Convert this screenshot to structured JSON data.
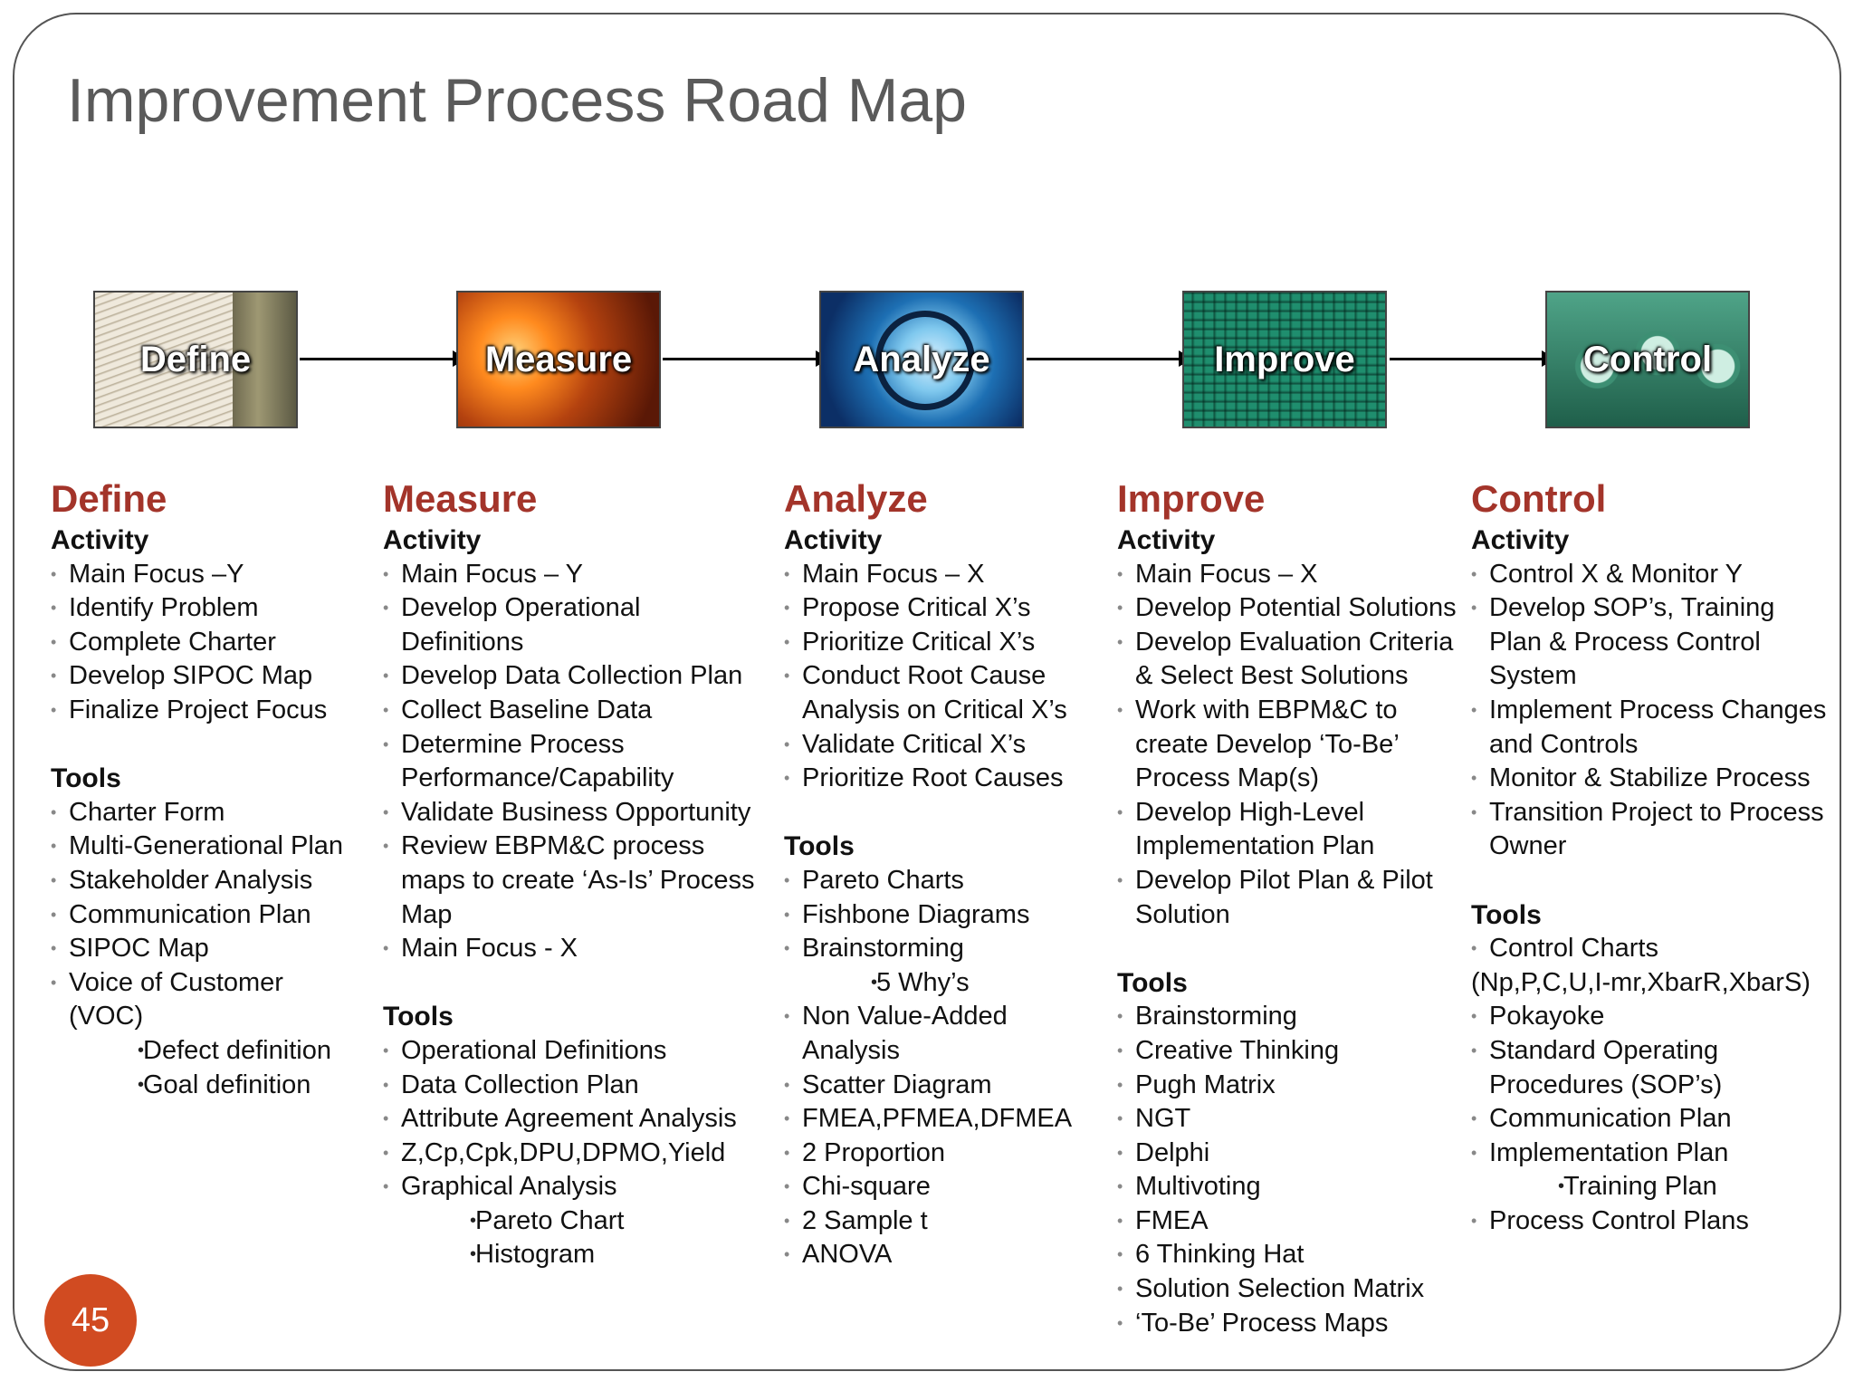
{
  "title": "Improvement Process Road Map",
  "page_number": "45",
  "phases": [
    {
      "label": "Define"
    },
    {
      "label": "Measure"
    },
    {
      "label": "Analyze"
    },
    {
      "label": "Improve"
    },
    {
      "label": "Control"
    }
  ],
  "columns": [
    {
      "heading": "Define",
      "activity_label": "Activity",
      "activities": [
        {
          "text": "Main Focus –Y"
        },
        {
          "text": "Identify Problem"
        },
        {
          "text": "Complete Charter"
        },
        {
          "text": "Develop SIPOC Map"
        },
        {
          "text": "Finalize Project Focus"
        }
      ],
      "tools_label": "Tools",
      "tools": [
        {
          "text": "Charter Form"
        },
        {
          "text": "Multi-Generational Plan"
        },
        {
          "text": "Stakeholder Analysis"
        },
        {
          "text": "Communication Plan"
        },
        {
          "text": "SIPOC Map"
        },
        {
          "text": "Voice of Customer (VOC)"
        },
        {
          "text": "Defect definition",
          "sub": true
        },
        {
          "text": "Goal definition",
          "sub": true
        }
      ]
    },
    {
      "heading": "Measure",
      "activity_label": "Activity",
      "activities": [
        {
          "text": "Main Focus – Y"
        },
        {
          "text": "Develop Operational Definitions"
        },
        {
          "text": "Develop Data Collection Plan"
        },
        {
          "text": "Collect Baseline Data"
        },
        {
          "text": "Determine Process Performance/Capability"
        },
        {
          "text": "Validate Business Opportunity"
        },
        {
          "text": "Review EBPM&C process maps to create ‘As-Is’ Process Map"
        },
        {
          "text": "Main Focus - X"
        }
      ],
      "tools_label": "Tools",
      "tools": [
        {
          "text": "Operational Definitions"
        },
        {
          "text": "Data Collection Plan"
        },
        {
          "text": "Attribute Agreement Analysis"
        },
        {
          "text": "Z,Cp,Cpk,DPU,DPMO,Yield"
        },
        {
          "text": "Graphical Analysis"
        },
        {
          "text": "Pareto Chart",
          "sub": true
        },
        {
          "text": "Histogram",
          "sub": true
        }
      ]
    },
    {
      "heading": "Analyze",
      "activity_label": "Activity",
      "activities": [
        {
          "text": "Main Focus – X"
        },
        {
          "text": "Propose Critical X’s"
        },
        {
          "text": "Prioritize Critical X’s"
        },
        {
          "text": "Conduct Root Cause Analysis on Critical X’s"
        },
        {
          "text": "Validate Critical X’s"
        },
        {
          "text": "Prioritize Root Causes"
        }
      ],
      "tools_label": "Tools",
      "tools": [
        {
          "text": "Pareto Charts"
        },
        {
          "text": "Fishbone Diagrams"
        },
        {
          "text": "Brainstorming"
        },
        {
          "text": "5 Why’s",
          "sub": true
        },
        {
          "text": "Non Value-Added Analysis"
        },
        {
          "text": "Scatter Diagram"
        },
        {
          "text": "FMEA,PFMEA,DFMEA"
        },
        {
          "text": "2 Proportion"
        },
        {
          "text": "Chi-square"
        },
        {
          "text": "2 Sample t"
        },
        {
          "text": "ANOVA"
        }
      ]
    },
    {
      "heading": "Improve",
      "activity_label": "Activity",
      "activities": [
        {
          "text": "Main Focus – X"
        },
        {
          "text": "Develop Potential Solutions"
        },
        {
          "text": "Develop Evaluation Criteria & Select Best Solutions"
        },
        {
          "text": "Work with EBPM&C to create Develop ‘To-Be’ Process Map(s)"
        },
        {
          "text": "Develop High-Level Implementation Plan"
        },
        {
          "text": "Develop Pilot Plan & Pilot Solution"
        }
      ],
      "tools_label": "Tools",
      "tools": [
        {
          "text": "Brainstorming"
        },
        {
          "text": "Creative Thinking"
        },
        {
          "text": "Pugh Matrix"
        },
        {
          "text": "NGT"
        },
        {
          "text": "Delphi"
        },
        {
          "text": "Multivoting"
        },
        {
          "text": "FMEA"
        },
        {
          "text": "6 Thinking Hat"
        },
        {
          "text": "Solution Selection Matrix"
        },
        {
          "text": "‘To-Be’ Process Maps"
        }
      ]
    },
    {
      "heading": "Control",
      "activity_label": "Activity",
      "activities": [
        {
          "text": "Control X & Monitor Y"
        },
        {
          "text": "Develop SOP’s, Training Plan & Process Control System"
        },
        {
          "text": "Implement Process Changes and Controls"
        },
        {
          "text": "Monitor & Stabilize Process"
        },
        {
          "text": "Transition Project to Process Owner"
        }
      ],
      "tools_label": "Tools",
      "tools": [
        {
          "text": "Control Charts"
        },
        {
          "text": "(Np,P,C,U,I-mr,XbarR,XbarS)",
          "plain": true
        },
        {
          "text": "Pokayoke"
        },
        {
          "text": "Standard Operating Procedures (SOP’s)"
        },
        {
          "text": "Communication Plan"
        },
        {
          "text": "Implementation Plan"
        },
        {
          "text": "Training Plan",
          "sub": true
        },
        {
          "text": "Process Control Plans"
        }
      ]
    }
  ]
}
